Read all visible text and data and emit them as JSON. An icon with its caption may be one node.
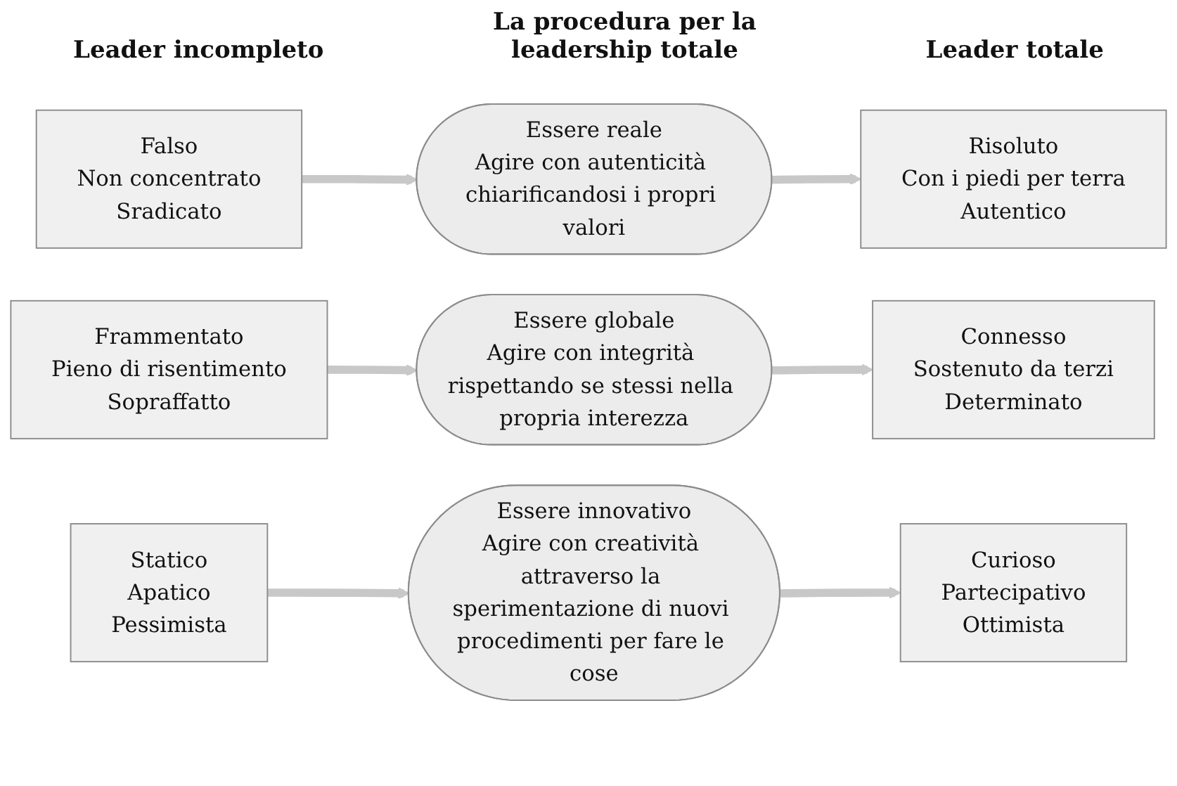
{
  "diagram": {
    "nodes": [
      {
        "text": [
          "Falso",
          "Non concentrato",
          "Sradicato"
        ]
      },
      {
        "text": [
          "Essere reale",
          "Agire con autenticità chiarificandosi i propri valori"
        ]
      },
      {
        "text": [
          "Risoluto",
          "Con i piedi per terra",
          "Autentico"
        ]
      },
      {
        "text": [
          "Frammentato",
          "Pieno di risentimento",
          "Sopraffatto"
        ]
      },
      {
        "text": [
          "Essere globale",
          "Agire con integrità rispettando se stessi nella propria interezza"
        ]
      },
      {
        "text": [
          "Connesso",
          "Sostenuto da terzi",
          "Determinato"
        ]
      },
      {
        "text": [
          "Statico",
          "Apatico",
          "Pessimista"
        ]
      },
      {
        "text": [
          "Essere innovativo",
          "Agire con creatività attraverso la sperimentazione di nuovi procedimenti per fare le cose"
        ]
      },
      {
        "text": [
          "Curioso",
          "Partecipativo",
          "Ottimista"
        ]
      }
    ],
    "edges": [
      {
        "from": 0,
        "to": 1,
        "arrow": "to"
      },
      {
        "from": 1,
        "to": 2,
        "arrow": "to"
      },
      {
        "from": 3,
        "to": 4,
        "arrow": "to"
      },
      {
        "from": 4,
        "to": 5,
        "arrow": "to"
      },
      {
        "from": 6,
        "to": 7,
        "arrow": "to"
      },
      {
        "from": 7,
        "to": 8,
        "arrow": "to"
      }
    ],
    "labels": [
      "Leader incompleto",
      "La procedura per la leadership totale",
      "Leader totale"
    ]
  }
}
